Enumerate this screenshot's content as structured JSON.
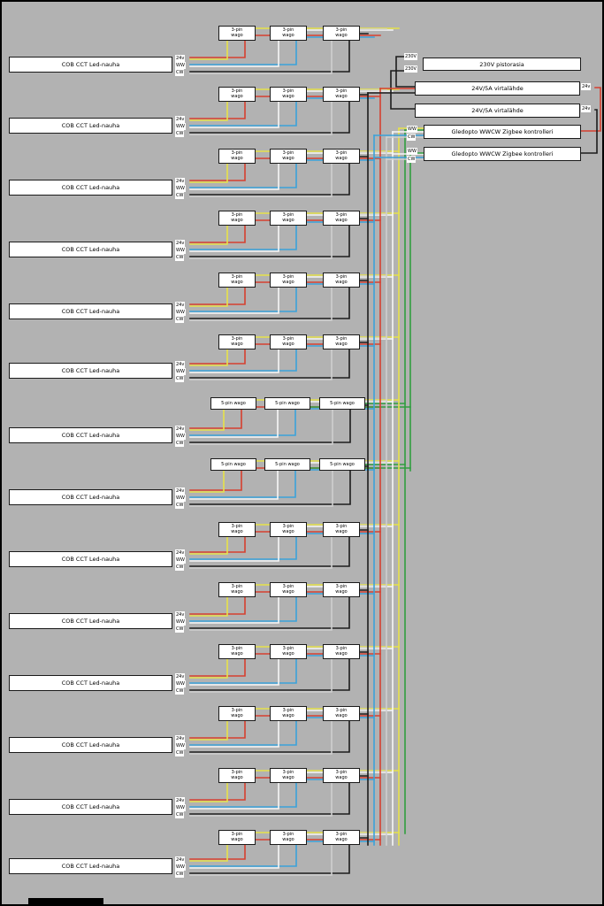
{
  "canvas": {
    "bg": "#b2b2b2",
    "border": "#000000"
  },
  "wire_colors": {
    "v24": "#e6e24a",
    "ww": "#f7f7f7",
    "cw": "#cfcfcf",
    "red": "#d6402f",
    "blue": "#3aa2da",
    "black": "#1c1c1c",
    "green": "#2f9e3f"
  },
  "led_strip": {
    "label": "COB CCT Led-nauha",
    "pins": [
      "24v",
      "WW",
      "CW"
    ],
    "count": 14
  },
  "wago": {
    "three_pin_label": "3-pin\nwago",
    "five_pin_label": "5-pin wago"
  },
  "rows": [
    {
      "type": "3pin"
    },
    {
      "type": "3pin"
    },
    {
      "type": "3pin"
    },
    {
      "type": "3pin"
    },
    {
      "type": "3pin"
    },
    {
      "type": "3pin"
    },
    {
      "type": "5pin"
    },
    {
      "type": "5pin"
    },
    {
      "type": "3pin"
    },
    {
      "type": "3pin"
    },
    {
      "type": "3pin"
    },
    {
      "type": "3pin"
    },
    {
      "type": "3pin"
    },
    {
      "type": "3pin"
    }
  ],
  "right_panel": {
    "outlet": {
      "label": "230V pistorasia",
      "pins": [
        "230V",
        "230V"
      ]
    },
    "psus": [
      {
        "label": "24V/5A virtalähde",
        "pin": "24v"
      },
      {
        "label": "24V/5A virtalähde",
        "pin": "24v"
      }
    ],
    "controllers": [
      {
        "label": "Gledopto WWCW  Zigbee kontrolleri",
        "pins": [
          "WW",
          "CW"
        ]
      },
      {
        "label": "Gledopto WWCW  Zigbee kontrolleri",
        "pins": [
          "WW",
          "CW"
        ]
      }
    ]
  }
}
